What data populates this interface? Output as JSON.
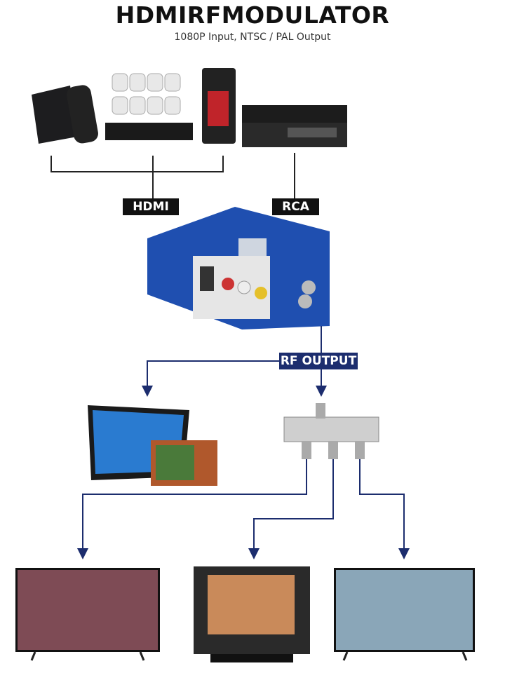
{
  "title": "HDMIRFMODULATOR",
  "subtitle": "1080P Input, NTSC / PAL Output",
  "labels": {
    "hdmi": "HDMI",
    "rca": "RCA",
    "rf_output": "RF OUTPUT"
  },
  "colors": {
    "line": "#1c2d6e",
    "modulator": "#1f4fb0",
    "label_bg": "#111111"
  }
}
